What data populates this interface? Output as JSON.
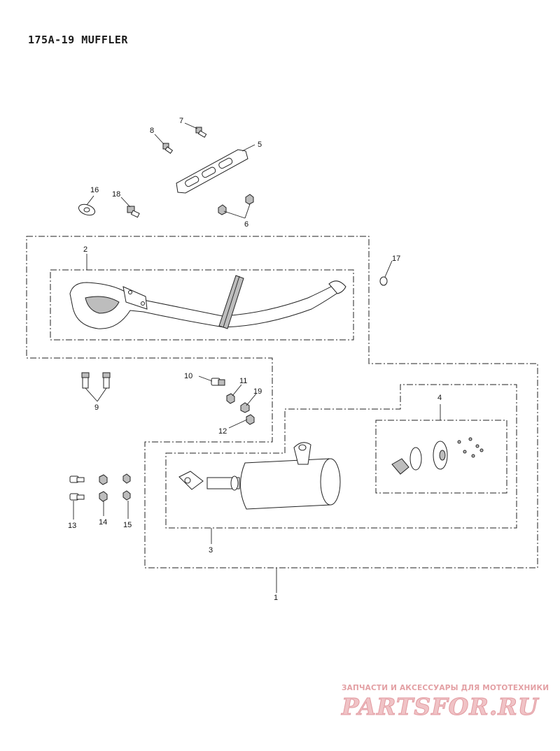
{
  "title": "175A-19 MUFFLER",
  "callouts": [
    "1",
    "2",
    "3",
    "4",
    "5",
    "6",
    "7",
    "8",
    "9",
    "10",
    "11",
    "12",
    "13",
    "14",
    "15",
    "16",
    "17",
    "18",
    "19"
  ],
  "watermark": {
    "caption": "ЗАПЧАСТИ И АКСЕССУАРЫ ДЛЯ МОТОТЕХНИКИ",
    "logo": "PARTSFOR.RU"
  }
}
